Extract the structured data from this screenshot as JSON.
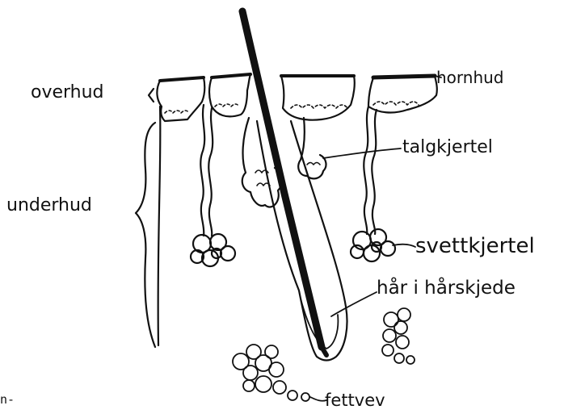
{
  "labels": {
    "overhud": "overhud",
    "underhud": "underhud",
    "hornhud": "hornhud",
    "talgkjertel": "talgkjertel",
    "svettkjertel": "svettkjertel",
    "haar_i_haarskjede": "hår i hårskjede",
    "fettvev": "fettvev",
    "edge_fragment": "n-"
  },
  "colors": {
    "ink": "#111111",
    "paper": "#ffffff"
  }
}
